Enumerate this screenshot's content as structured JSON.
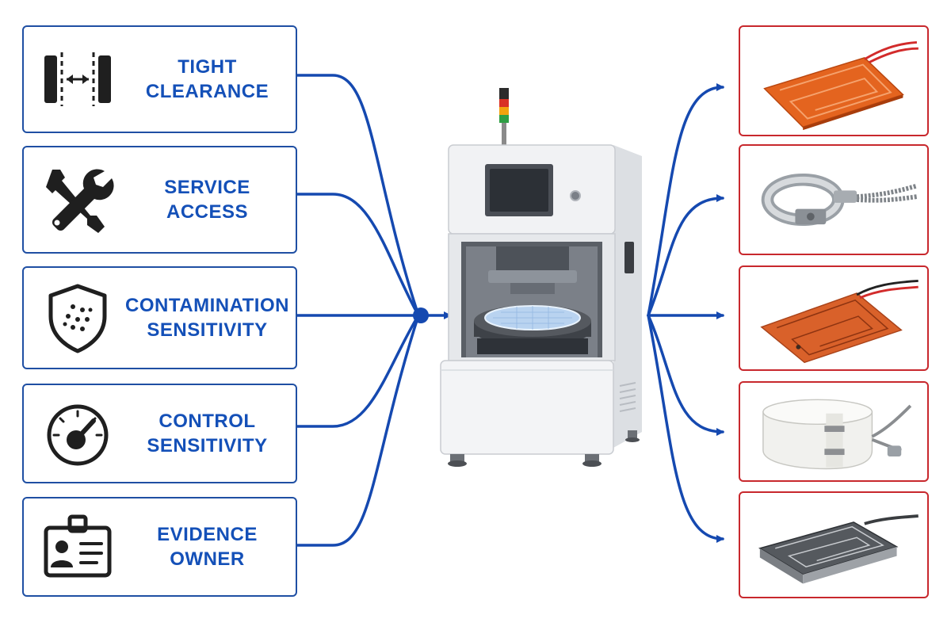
{
  "colors": {
    "criteria_border": "#1f4fa3",
    "criteria_text": "#1450b8",
    "connector": "#1549b0",
    "product_border": "#c8282d"
  },
  "criteria": [
    {
      "icon": "clearance-icon",
      "line1": "TIGHT",
      "line2": "CLEARANCE"
    },
    {
      "icon": "wrench-screwdriver-icon",
      "line1": "SERVICE",
      "line2": "ACCESS"
    },
    {
      "icon": "shield-icon",
      "line1": "CONTAMINATION",
      "line2": "SENSITIVITY"
    },
    {
      "icon": "gauge-icon",
      "line1": "CONTROL",
      "line2": "SENSITIVITY"
    },
    {
      "icon": "id-badge-icon",
      "line1": "EVIDENCE OWNER",
      "line2": ""
    }
  ],
  "machine": {
    "icon": "wafer-processing-tool-icon"
  },
  "heaters": [
    {
      "icon": "flexible-heater-pad-icon"
    },
    {
      "icon": "band-heater-icon"
    },
    {
      "icon": "etched-foil-heater-icon"
    },
    {
      "icon": "insulated-jacket-heater-icon"
    },
    {
      "icon": "plate-heater-icon"
    }
  ]
}
